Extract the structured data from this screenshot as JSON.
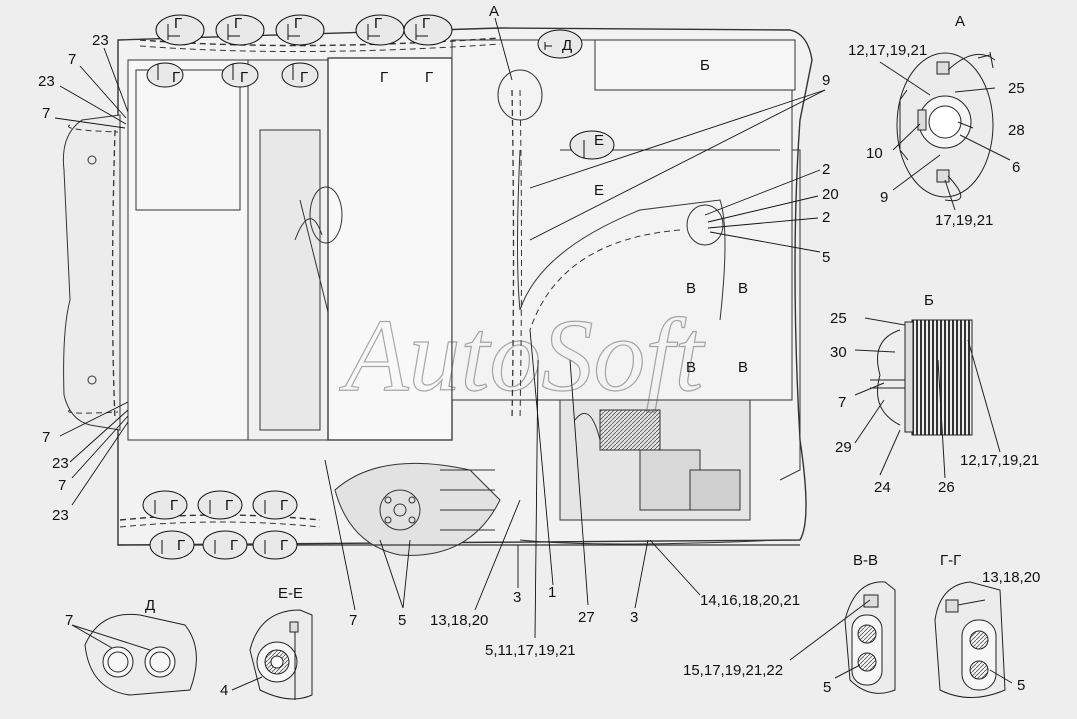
{
  "watermark": "AutoSoft",
  "views": {
    "A": "А",
    "B": "Б",
    "D": "Д",
    "EE": "Е-Е",
    "VV": "В-В",
    "GG": "Г-Г"
  },
  "cut_marks": {
    "G": "Г",
    "E": "Е",
    "V": "В",
    "D": "Д",
    "B": "Б"
  },
  "callouts": [
    {
      "id": "c-23-top",
      "text": "23"
    },
    {
      "id": "c-7-top1",
      "text": "7"
    },
    {
      "id": "c-23-top2",
      "text": "23"
    },
    {
      "id": "c-7-top2",
      "text": "7"
    },
    {
      "id": "c-7-top3",
      "text": "7"
    },
    {
      "id": "c-7-bot1",
      "text": "7"
    },
    {
      "id": "c-23-bot1",
      "text": "23"
    },
    {
      "id": "c-7-bot2",
      "text": "7"
    },
    {
      "id": "c-23-bot2",
      "text": "23"
    },
    {
      "id": "c-9",
      "text": "9"
    },
    {
      "id": "c-2a",
      "text": "2"
    },
    {
      "id": "c-20",
      "text": "20"
    },
    {
      "id": "c-2b",
      "text": "2"
    },
    {
      "id": "c-5-right",
      "text": "5"
    },
    {
      "id": "c-7-bottom",
      "text": "7"
    },
    {
      "id": "c-5-bottom",
      "text": "5"
    },
    {
      "id": "c-13-18-20",
      "text": "13,18,20"
    },
    {
      "id": "c-3a",
      "text": "3"
    },
    {
      "id": "c-1",
      "text": "1"
    },
    {
      "id": "c-5-11",
      "text": "5,11,17,19,21"
    },
    {
      "id": "c-27",
      "text": "27"
    },
    {
      "id": "c-3b",
      "text": "3"
    },
    {
      "id": "c-14-16",
      "text": "14,16,18,20,21"
    },
    {
      "id": "a-12",
      "text": "12,17,19,21"
    },
    {
      "id": "a-25",
      "text": "25"
    },
    {
      "id": "a-28",
      "text": "28"
    },
    {
      "id": "a-10",
      "text": "10"
    },
    {
      "id": "a-6",
      "text": "6"
    },
    {
      "id": "a-9",
      "text": "9"
    },
    {
      "id": "a-17",
      "text": "17,19,21"
    },
    {
      "id": "b-25",
      "text": "25"
    },
    {
      "id": "b-30",
      "text": "30"
    },
    {
      "id": "b-7",
      "text": "7"
    },
    {
      "id": "b-29",
      "text": "29"
    },
    {
      "id": "b-24",
      "text": "24"
    },
    {
      "id": "b-26",
      "text": "26"
    },
    {
      "id": "b-12",
      "text": "12,17,19,21"
    },
    {
      "id": "d-7",
      "text": "7"
    },
    {
      "id": "e-4",
      "text": "4"
    },
    {
      "id": "v-15",
      "text": "15,17,19,21,22"
    },
    {
      "id": "v-5",
      "text": "5"
    },
    {
      "id": "g-13",
      "text": "13,18,20"
    },
    {
      "id": "g-5",
      "text": "5"
    }
  ],
  "main_view_label": "А"
}
